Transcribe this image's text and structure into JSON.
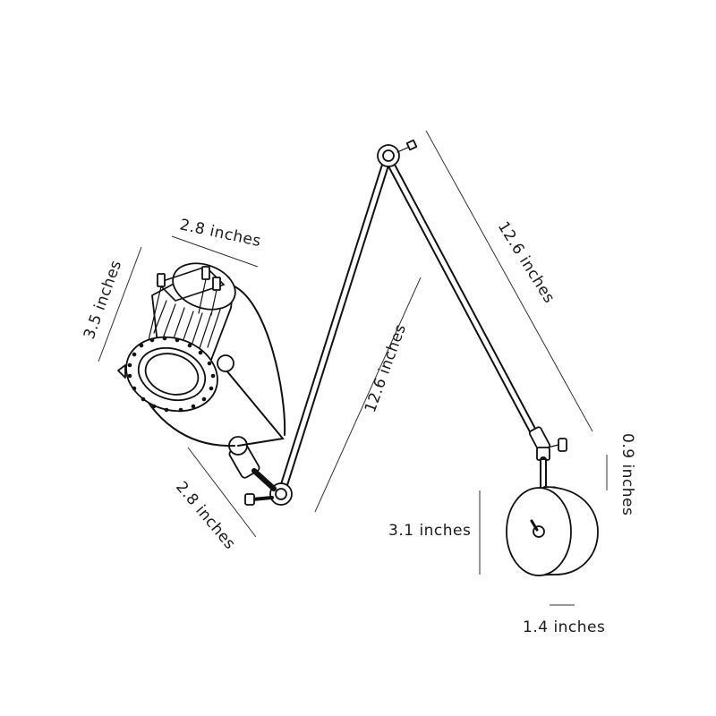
{
  "dimensions": {
    "head_width": "2.8 inches",
    "head_height": "3.5 inches",
    "head_depth": "2.8 inches",
    "lower_arm": "12.6 inches",
    "upper_arm": "12.6 inches",
    "swivel_height": "0.9 inches",
    "base_diameter": "3.1 inches",
    "base_depth": "1.4 inches"
  }
}
